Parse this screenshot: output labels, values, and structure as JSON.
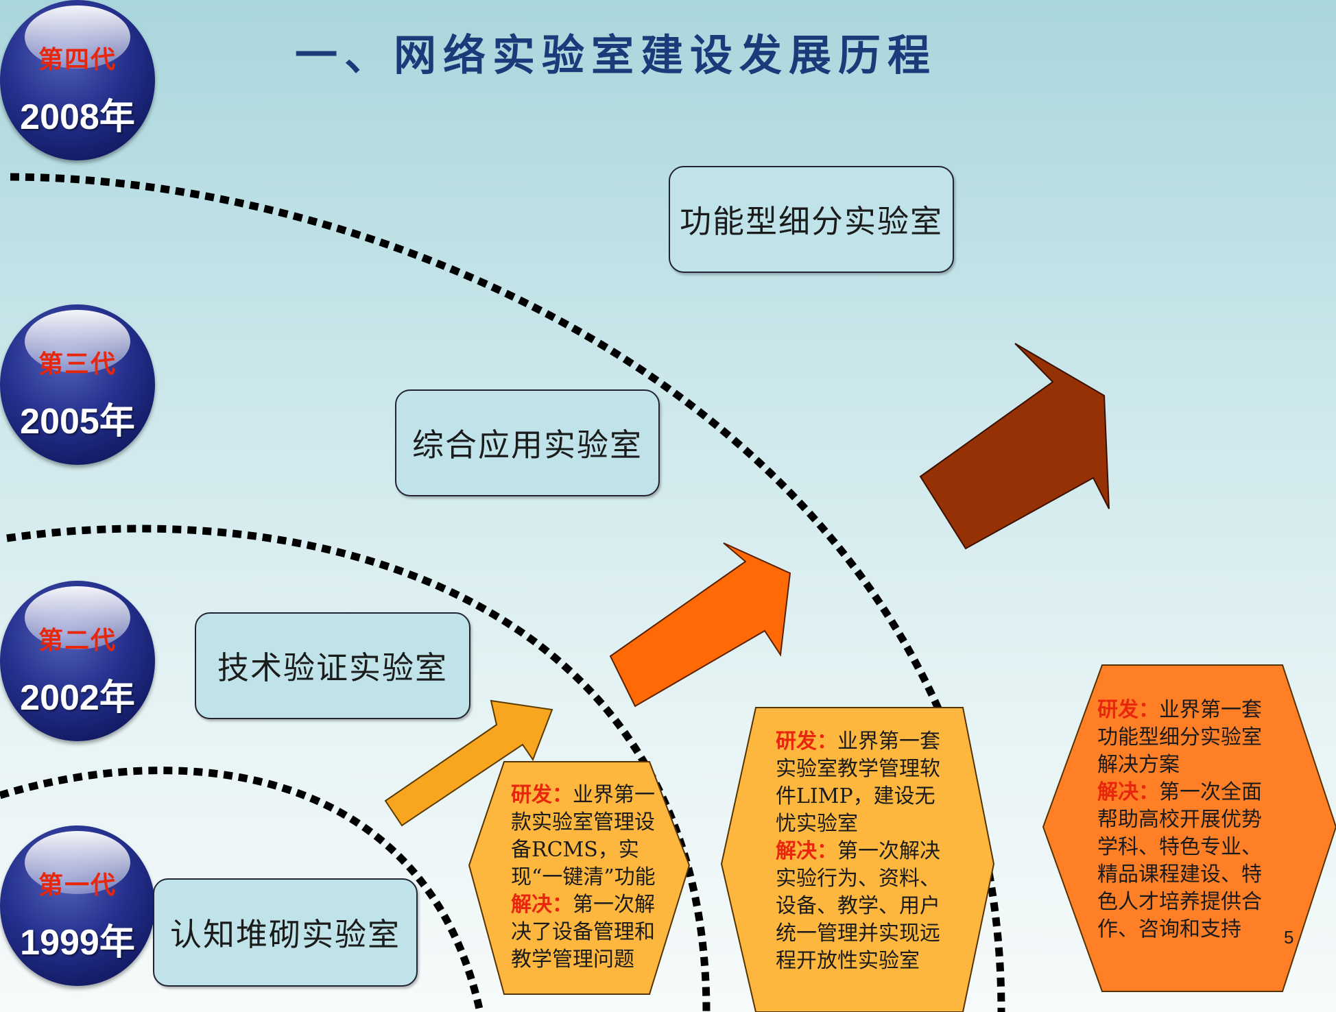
{
  "title": "一、网络实验室建设发展历程",
  "generations": [
    {
      "name": "第四代",
      "year": "2008年"
    },
    {
      "name": "第三代",
      "year": "2005年"
    },
    {
      "name": "第二代",
      "year": "2002年"
    },
    {
      "name": "第一代",
      "year": "1999年"
    }
  ],
  "labs": [
    {
      "label": "功能型细分实验室"
    },
    {
      "label": "综合应用实验室"
    },
    {
      "label": "技术验证实验室"
    },
    {
      "label": "认知堆砌实验室"
    }
  ],
  "hexagons": [
    {
      "dev_label": "研发：",
      "dev_text": "业界第一款实验室管理设备RCMS，实现“一键清”功能",
      "sol_label": "解决：",
      "sol_text": "第一次解决了设备管理和教学管理问题"
    },
    {
      "dev_label": "研发：",
      "dev_text": "业界第一套实验室教学管理软件LIMP，建设无忧实验室",
      "sol_label": "解决：",
      "sol_text": "第一次解决实验行为、资料、设备、教学、用户统一管理并实现远程开放性实验室"
    },
    {
      "dev_label": "研发：",
      "dev_text": "业界第一套功能型细分实验室解决方案",
      "sol_label": "解决：",
      "sol_text": "第一次全面帮助高校开展优势学科、特色专业、精品课程建设、特色人才培养提供合作、咨询和支持",
      "page_number": "5"
    }
  ],
  "colors": {
    "title": "#1a3b7a",
    "arrow_small": "#f8a520",
    "arrow_medium": "#ff6a06",
    "arrow_large": "#963105",
    "hex_light": "#fdb73f",
    "hex_dark": "#ff7f27",
    "keyword": "#e8260c"
  }
}
